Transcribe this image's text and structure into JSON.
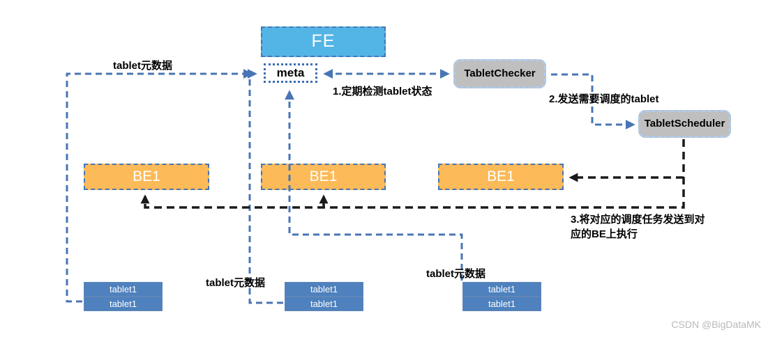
{
  "diagram": {
    "nodes": {
      "fe": {
        "label": "FE"
      },
      "meta": {
        "label": "meta"
      },
      "tablet_checker": {
        "label": "TabletChecker"
      },
      "tablet_scheduler": {
        "label": "TabletScheduler"
      },
      "be_nodes": [
        {
          "label": "BE1"
        },
        {
          "label": "BE1"
        },
        {
          "label": "BE1"
        }
      ],
      "tablet_groups": [
        {
          "rows": [
            "tablet1",
            "tablet1"
          ]
        },
        {
          "rows": [
            "tablet1",
            "tablet1"
          ]
        },
        {
          "rows": [
            "tablet1",
            "tablet1"
          ]
        }
      ]
    },
    "labels": {
      "tablet_meta_left": "tablet元数据",
      "tablet_meta_middle": "tablet元数据",
      "tablet_meta_right": "tablet元数据",
      "step1": "1.定期检测tablet状态",
      "step2": "2.发送需要调度的tablet",
      "step3_line1": "3.将对应的调度任务发送到对",
      "step3_line2": "应的BE上执行"
    },
    "colors": {
      "fe_fill": "#53b5e5",
      "be_fill": "#fcba58",
      "tablet_fill": "#4e81bd",
      "gray_fill": "#bfbfbf",
      "blue_line": "#4875b4",
      "black_line": "#1a1a1a"
    },
    "watermark": "CSDN @BigDataMK"
  }
}
